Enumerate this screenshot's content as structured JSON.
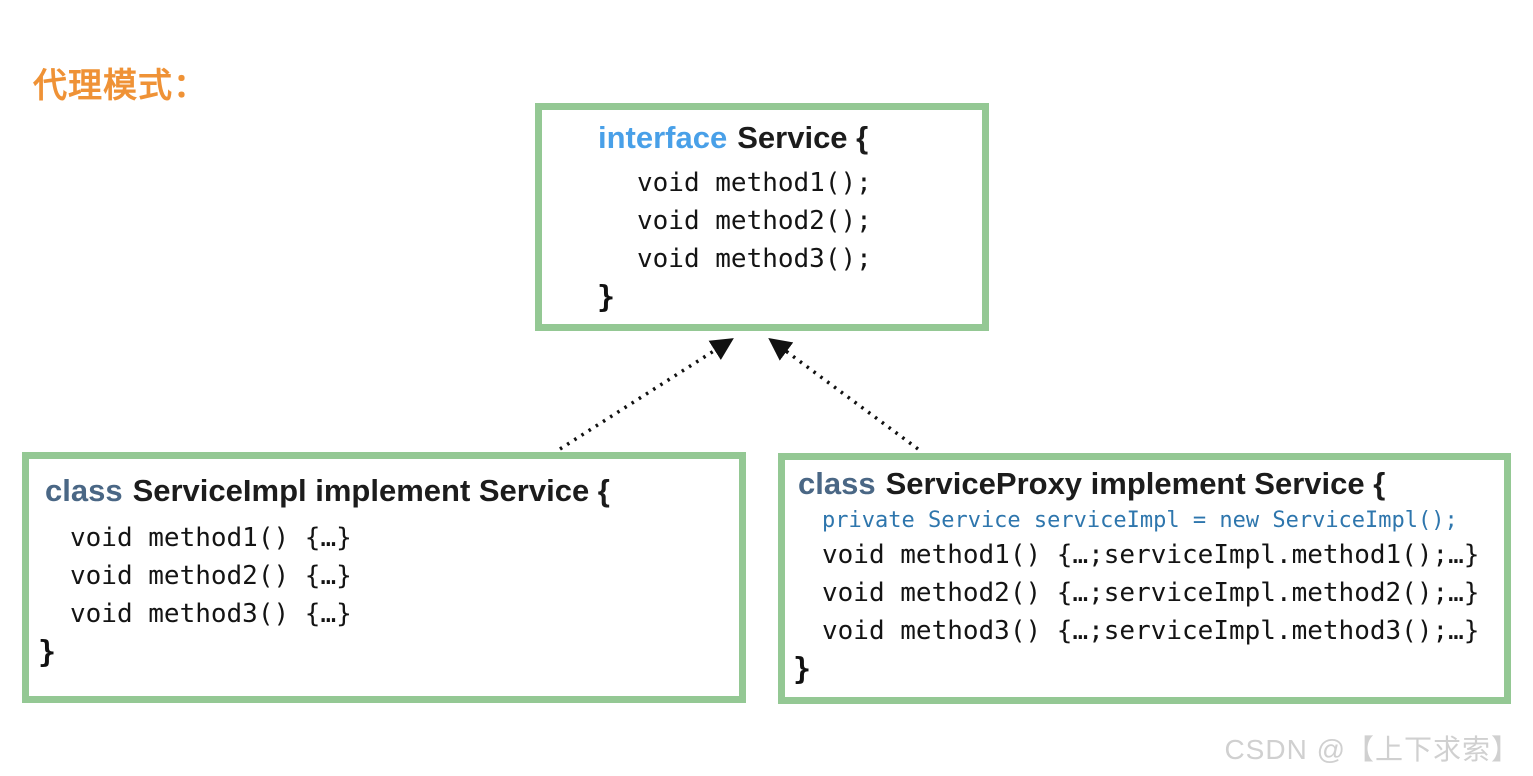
{
  "title": "代理模式：",
  "colors": {
    "box_border_green": "#94c894",
    "title_orange": "#ef9236",
    "interface_keyword_blue": "#49a0e8",
    "class_keyword_slate": "#4a6785",
    "field_steel_blue": "#2e76ad",
    "arrow_black": "#111111",
    "watermark_gray": "#d0d0d0"
  },
  "interface_box": {
    "keyword": "interface",
    "title": "Service {",
    "methods": [
      "void method1();",
      "void method2();",
      "void method3();"
    ],
    "closing": "}"
  },
  "impl_box": {
    "keyword": "class",
    "title": "ServiceImpl implement Service {",
    "methods": [
      "void method1() {…}",
      "void method2() {…}",
      "void method3() {…}"
    ],
    "closing": "}"
  },
  "proxy_box": {
    "keyword": "class",
    "title": "ServiceProxy implement Service {",
    "field": "private Service serviceImpl = new ServiceImpl();",
    "methods": [
      "void method1() {…;serviceImpl.method1();…}",
      "void method2() {…;serviceImpl.method2();…}",
      "void method3() {…;serviceImpl.method3();…}"
    ],
    "closing": "}"
  },
  "watermark": "CSDN @【上下求索】"
}
